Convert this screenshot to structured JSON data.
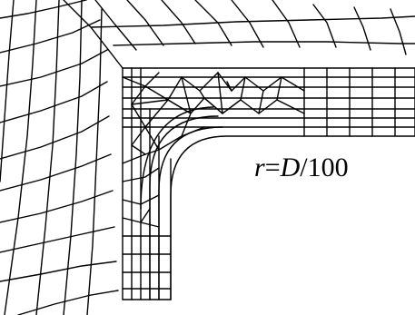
{
  "label": {
    "r": "r",
    "eq": "=",
    "d": "D",
    "rest": "/100"
  }
}
